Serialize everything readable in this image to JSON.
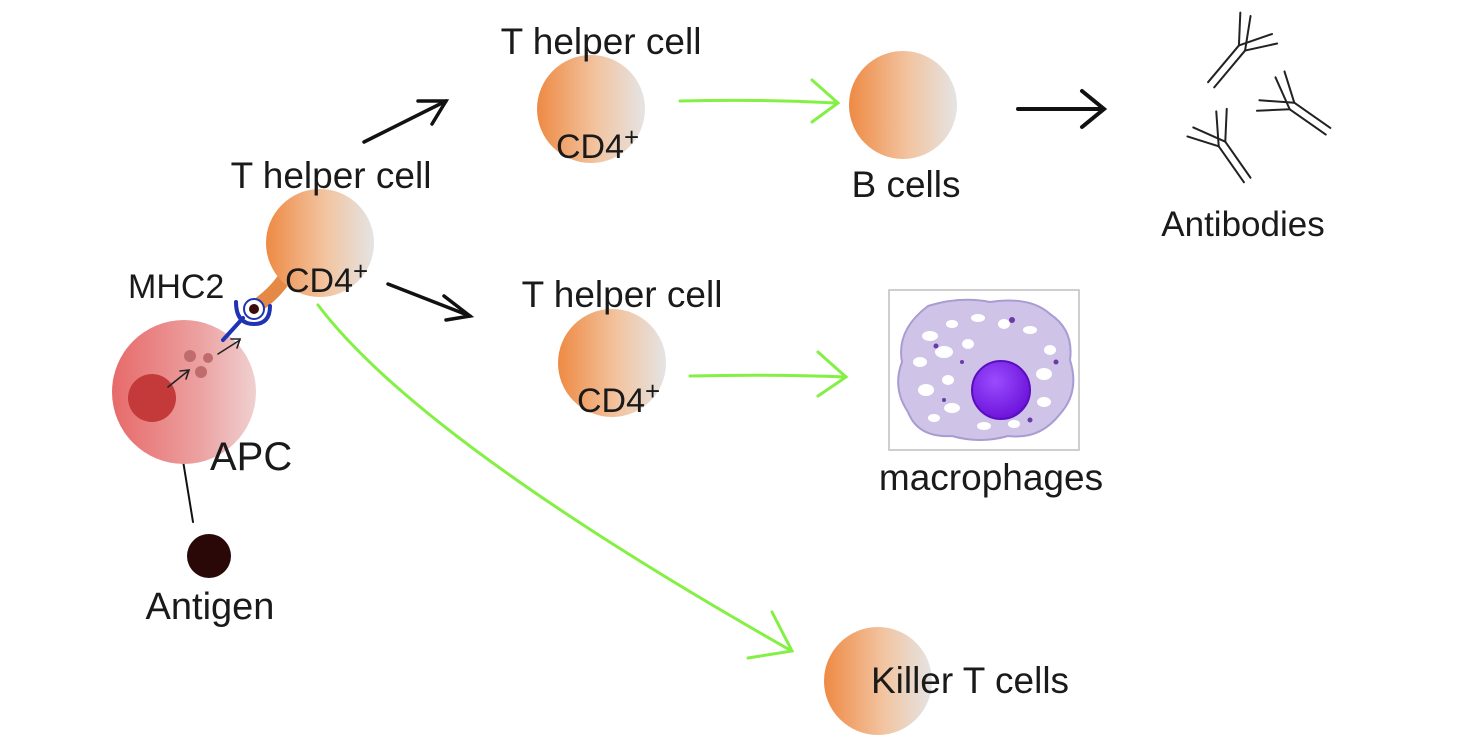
{
  "labels": {
    "t_helper_center": "T helper cell",
    "t_helper_top": "T helper cell",
    "t_helper_mid": "T helper cell",
    "cd4": "CD4",
    "cd4_sup": "+",
    "mhc2": "MHC2",
    "apc": "APC",
    "antigen": "Antigen",
    "b_cells": "B cells",
    "antibodies": "Antibodies",
    "macrophages": "macrophages",
    "killer_t": "Killer T cells"
  },
  "icons": {
    "cell": "cell-icon",
    "apc": "apc-cell-icon",
    "antigen": "antigen-icon",
    "receptor": "mhc2-receptor-icon",
    "antibody": "antibody-icon",
    "macrophage": "macrophage-icon"
  },
  "colors": {
    "cell_orange": "#ee8a44",
    "cell_grey": "#e4e4e4",
    "apc_red": "#e76a6a",
    "apc_light": "#f0c6c6",
    "antigen": "#2a0808",
    "arrow_black": "#111111",
    "arrow_green": "#84f044",
    "receptor_blue": "#1f33b5",
    "macrophage_lilac": "#cfc4e8",
    "macrophage_nucleus": "#7a1fe6"
  }
}
